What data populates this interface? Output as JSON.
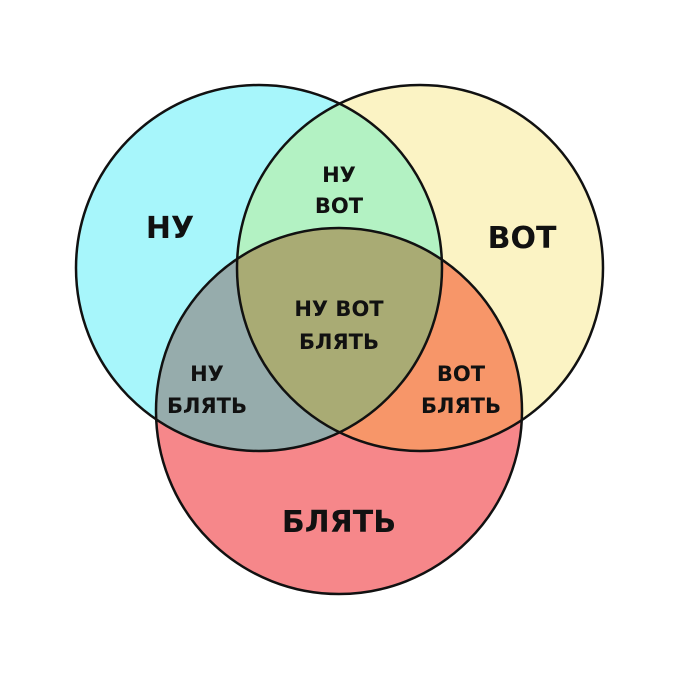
{
  "venn": {
    "regions": {
      "nu": "НУ",
      "vot": "ВОТ",
      "blyat": "БЛЯТЬ",
      "nu_vot": [
        "НУ",
        "ВОТ"
      ],
      "nu_blyat": [
        "НУ",
        "БЛЯТЬ"
      ],
      "vot_blyat": [
        "ВОТ",
        "БЛЯТЬ"
      ],
      "all": [
        "НУ ВОТ",
        "БЛЯТЬ"
      ]
    },
    "colors": {
      "nu": "#a7f6fb",
      "vot": "#fbf3c4",
      "blyat": "#f6878a",
      "nu_vot": "#b3f2c3",
      "nu_blyat": "#96acac",
      "vot_blyat": "#f79669",
      "all": "#a9ab74",
      "outline": "#111111",
      "background": "#ffffff"
    }
  }
}
